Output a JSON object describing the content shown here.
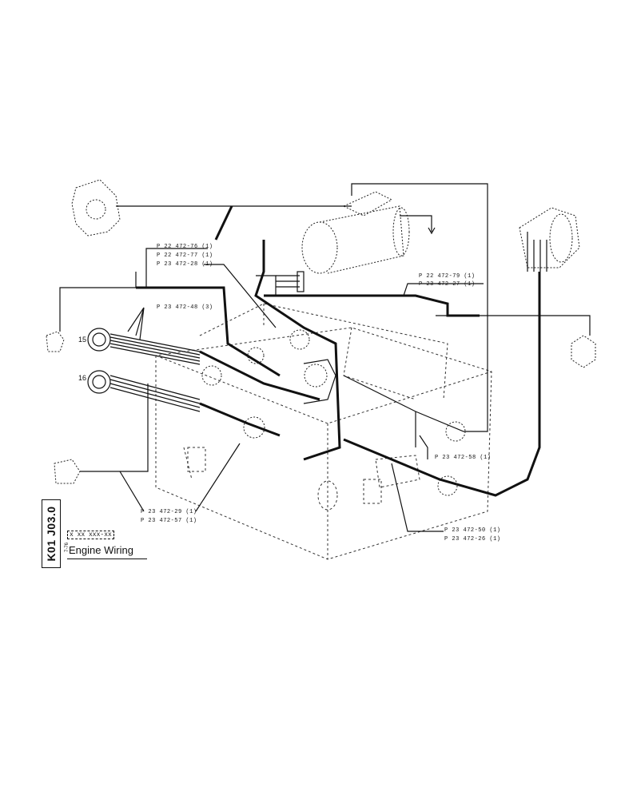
{
  "title_block": {
    "code": "K01 J03.0",
    "date": "7-76",
    "part_number": "x xx xxx-xx",
    "title": "Engine Wiring"
  },
  "callouts": {
    "c1": "P 22 472-76 (1)",
    "c2": "P 22 472-77 (1)",
    "c3": "P 23 472-28 (1)",
    "c4": "P 23 472-48 (3)",
    "c5": "P 22 472-79 (1)",
    "c6": "P 23 472-27 (1)",
    "c7": "P 23 472-58 (1)",
    "c8": "P 23 472-29 (1)",
    "c9": "P 23 472-57 (1)",
    "c10": "P 23 472-50 (1)",
    "c11": "P 23 472-26 (1)"
  },
  "connector_numbers": {
    "n15": "15",
    "n16": "16"
  }
}
